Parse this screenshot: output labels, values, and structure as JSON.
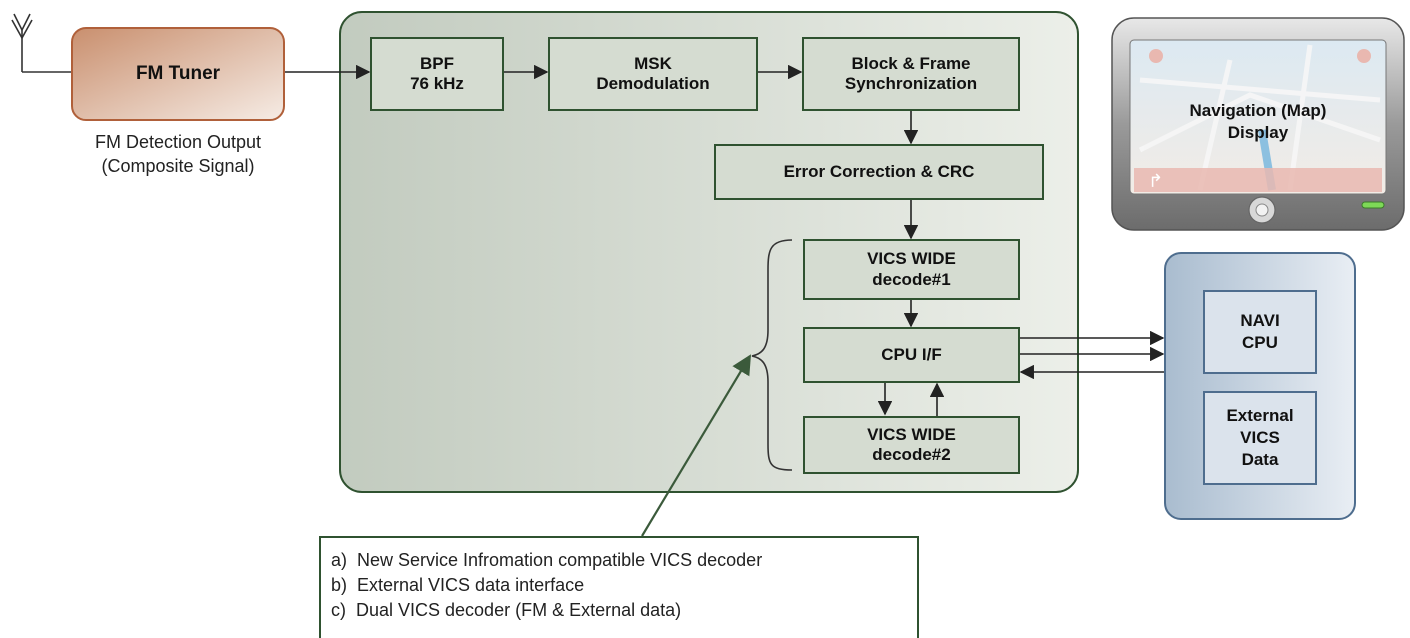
{
  "tuner": {
    "label": "FM Tuner",
    "caption_line1": "FM Detection Output",
    "caption_line2": "(Composite Signal)"
  },
  "blocks": {
    "bpf": {
      "line1": "BPF",
      "line2": "76 kHz"
    },
    "msk": {
      "line1": "MSK",
      "line2": "Demodulation"
    },
    "sync": {
      "line1": "Block & Frame",
      "line2": "Synchronization"
    },
    "ecc": {
      "line1": "Error Correction & CRC"
    },
    "vics1": {
      "line1": "VICS WIDE",
      "line2": "decode#1"
    },
    "cpuif": {
      "line1": "CPU I/F"
    },
    "vics2": {
      "line1": "VICS WIDE",
      "line2": "decode#2"
    }
  },
  "display": {
    "line1": "Navigation (Map)",
    "line2": "Display"
  },
  "navi": {
    "cpu": {
      "line1": "NAVI",
      "line2": "CPU"
    },
    "ext": {
      "line1": "External",
      "line2": "VICS",
      "line3": "Data"
    }
  },
  "notes": [
    "a)  New Service Infromation compatible VICS decoder",
    "b)  External VICS data interface",
    "c)  Dual VICS decoder (FM & External data)"
  ],
  "colors": {
    "chip_border": "#2f5230",
    "tuner_border": "#b0603a",
    "navi_border": "#4e6d8e"
  }
}
